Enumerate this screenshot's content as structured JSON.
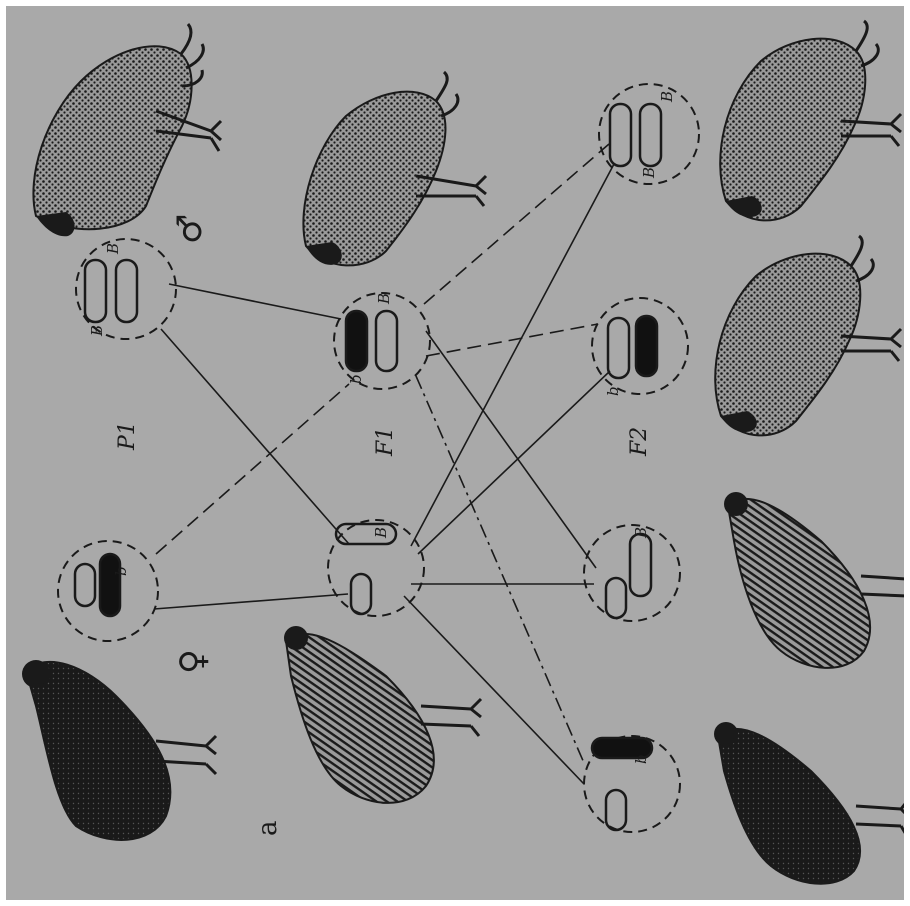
{
  "figure": {
    "panel_label": "a",
    "generation_labels": {
      "p1": "P1",
      "f1": "F1",
      "f2": "F2"
    },
    "sex_symbols": {
      "male": "♂",
      "female": "♀"
    },
    "colors": {
      "background": "#a9a9a9",
      "ink": "#1a1a1a"
    }
  },
  "cells": {
    "male_p1": {
      "gene_top": "B",
      "gene_bottom": "B"
    },
    "female_p1": {
      "gene": "b"
    },
    "f1_male": {
      "gene_left": "b",
      "gene_right": "B"
    },
    "f1_female": {
      "gene": "B"
    },
    "f2_1": {
      "gene_top": "B",
      "gene_bottom": "B"
    },
    "f2_2": {
      "gene": "b"
    },
    "f2_3": {
      "gene": "B"
    },
    "f2_4": {
      "gene": "b"
    }
  }
}
